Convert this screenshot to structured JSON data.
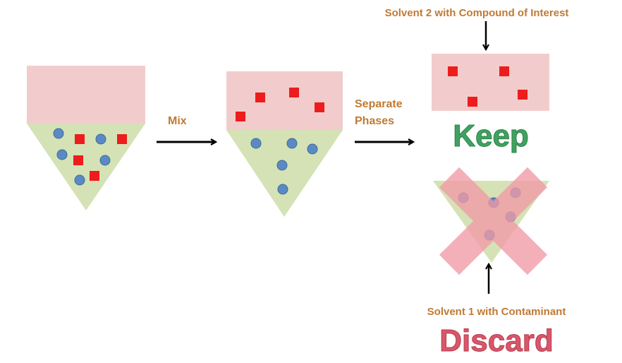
{
  "labels": {
    "mix": "Mix",
    "separate_line1": "Separate",
    "separate_line2": "Phases",
    "solvent2": "Solvent 2 with Compound of Interest",
    "keep": "Keep",
    "solvent1": "Solvent 1 with Contaminant",
    "discard": "Discard"
  },
  "colors": {
    "organic_layer": "#f2cccc",
    "aqueous_layer": "#d4e2b6",
    "compound_square": "#ee1c1c",
    "contaminant_circle": "#5b8ac2",
    "label_text": "#c07a34",
    "keep_text": "#3ea35f",
    "discard_text": "#d9576a",
    "cross": "#f29aa6",
    "arrow": "#000000"
  }
}
